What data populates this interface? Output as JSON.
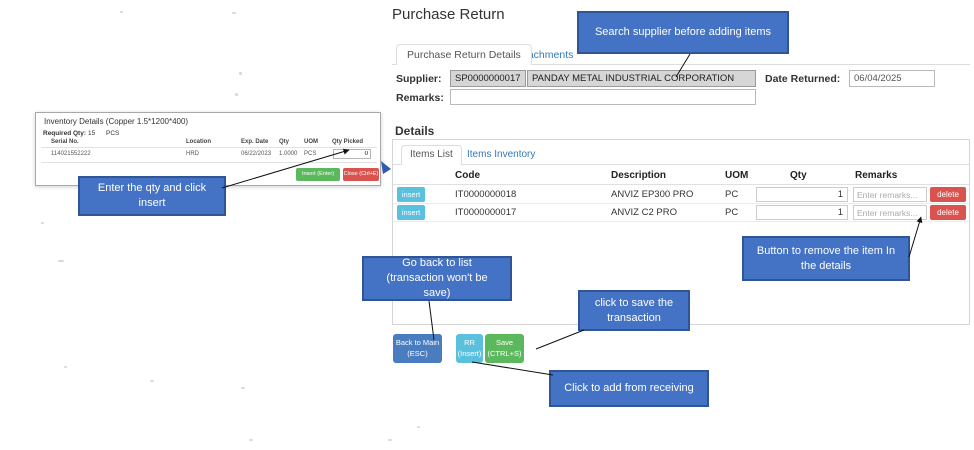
{
  "page_title": "Purchase Return",
  "tabs": {
    "details": "Purchase Return Details",
    "attachments": "Attachments"
  },
  "form": {
    "supplier_label": "Supplier:",
    "supplier_code": "SP0000000017",
    "supplier_name": "PANDAY METAL INDUSTRIAL CORPORATION",
    "date_returned_label": "Date Returned:",
    "date_returned_value": "06/04/2025",
    "remarks_label": "Remarks:",
    "remarks_value": ""
  },
  "details": {
    "heading": "Details",
    "tabs": {
      "items_list": "Items List",
      "items_inventory": "Items Inventory"
    },
    "headers": {
      "code": "Code",
      "description": "Description",
      "uom": "UOM",
      "qty": "Qty",
      "remarks": "Remarks"
    },
    "rows": [
      {
        "insert_label": "insert",
        "code": "IT0000000018",
        "description": "ANVIZ EP300 PRO",
        "uom": "PC",
        "qty": "1",
        "remarks_placeholder": "Enter remarks...",
        "delete_label": "delete"
      },
      {
        "insert_label": "insert",
        "code": "IT0000000017",
        "description": "ANVIZ C2 PRO",
        "uom": "PC",
        "qty": "1",
        "remarks_placeholder": "Enter remarks...",
        "delete_label": "delete"
      }
    ]
  },
  "actions": {
    "back": {
      "line1": "Back to Main",
      "line2": "(ESC)"
    },
    "rr": {
      "line1": "RR",
      "line2": "(Insert)"
    },
    "save": {
      "line1": "Save",
      "line2": "(CTRL+S)"
    }
  },
  "inventory_popup": {
    "title": "Inventory Details (Copper 1.5*1200*400)",
    "required_qty_label": "Required Qty:",
    "required_qty_value": "15",
    "required_qty_uom": "PCS",
    "headers": {
      "serial": "Serial No.",
      "location": "Location",
      "exp_date": "Exp. Date",
      "qty": "Qty",
      "uom": "UOM",
      "qty_picked": "Qty Picked"
    },
    "row": {
      "serial": "114021552222",
      "location": "HRD",
      "exp_date": "06/22/2023",
      "qty": "1.0000",
      "uom": "PCS",
      "qty_picked": "0"
    },
    "insert_button": "Insert (Enter)",
    "close_button": "Close (Ctrl+E)"
  },
  "callouts": {
    "search_supplier": "Search supplier before adding items",
    "enter_qty": "Enter the qty and click insert",
    "go_back": "Go back to list (transaction won't be save)",
    "save_transaction": "click to save the transaction",
    "remove_item": "Button to remove the item In the details",
    "add_receiving": "Click to add from receiving"
  },
  "colors": {
    "callout_bg": "#4472c4",
    "callout_border": "#2f5597",
    "insert_button": "#5bc0de",
    "delete_button": "#d9534f",
    "back_button": "#4a7dbf",
    "rr_button": "#5bc0de",
    "save_button": "#5cb85c",
    "popup_insert_button": "#5cb85c",
    "popup_close_button": "#d9534f",
    "tab_link_color": "#337ab7"
  }
}
